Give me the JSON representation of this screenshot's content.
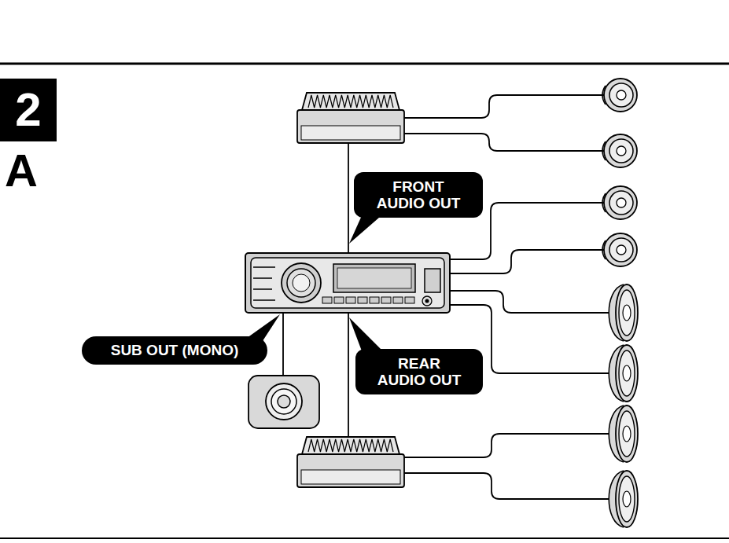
{
  "diagram": {
    "nodes": [
      {
        "text": [
          "2"
        ]
      },
      {
        "text": [
          "FRONT AUDIO OUT"
        ]
      },
      {
        "text": [
          "SUB OUT (MONO)"
        ]
      },
      {
        "text": [
          "REAR AUDIO OUT"
        ]
      }
    ],
    "labels": [
      "A"
    ]
  }
}
